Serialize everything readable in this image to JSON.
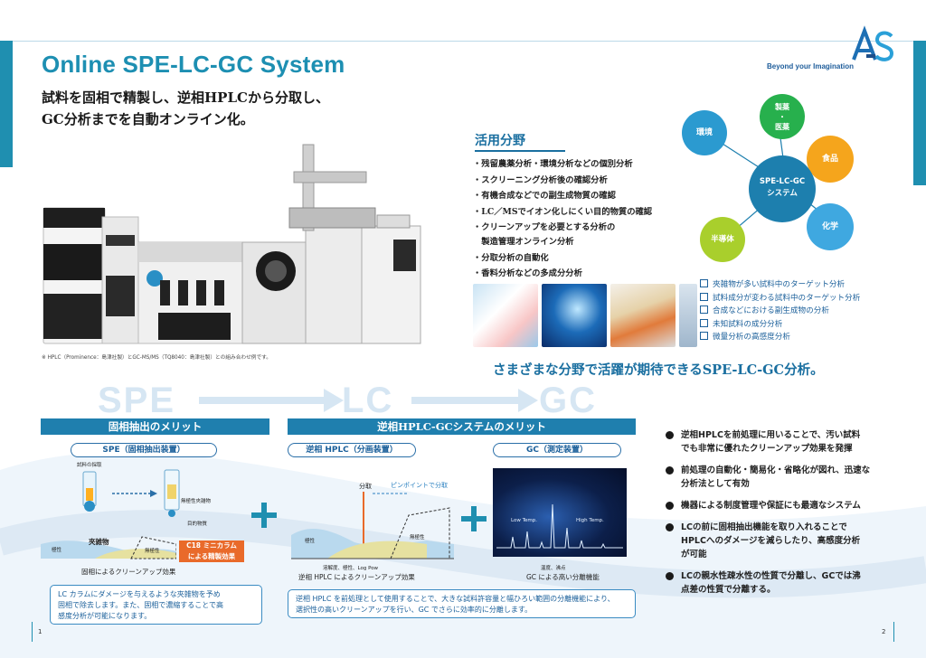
{
  "header": {
    "title": "Online SPE-LC-GC System",
    "subtitle_line1": "試料を固相で精製し、逆相HPLCから分取し、",
    "subtitle_line2": "GC分析までを自動オンライン化。",
    "logo_letters": "AS",
    "logo_tagline": "Beyond your Imagination"
  },
  "instrument": {
    "caption": "※ HPLC（Prominence：島津社製）とGC-MS/MS（TQ8040：島津社製）との組み合わせ例です。"
  },
  "applications": {
    "heading": "活用分野",
    "items": [
      "・残留農薬分析・環境分析などの個別分析",
      "・スクリーニング分析後の確認分析",
      "・有機合成などでの副生成物質の確認",
      "・LC／MSでイオン化しにくい目的物質の確認",
      "・クリーンアップを必要とする分析の",
      "　製造管理オンライン分析",
      "・分取分析の自動化",
      "・香料分析などの多成分分析"
    ]
  },
  "diagram": {
    "center_line1": "SPE-LC-GC",
    "center_line2": "システム",
    "nodes": [
      {
        "label": "環境",
        "color": "#2b9ad0"
      },
      {
        "label_line1": "製薬",
        "label_line2": "・",
        "label_line3": "医薬",
        "color": "#27b04d"
      },
      {
        "label": "食品",
        "color": "#f5a51c"
      },
      {
        "label": "化学",
        "color": "#3fa8e0"
      },
      {
        "label": "半導体",
        "color": "#a9cf2c"
      }
    ],
    "center_color": "#1d7fae"
  },
  "checks": [
    "夾雑物が多い試料中のターゲット分析",
    "試料成分が変わる試料中のターゲット分析",
    "合成などにおける副生成物の分析",
    "未知試料の成分分析",
    "微量分析の高感度分析"
  ],
  "tagline": "さまざまな分野で活躍が期待できるSPE-LC-GC分析。",
  "flow": {
    "spe": "SPE",
    "lc": "LC",
    "gc": "GC"
  },
  "spe_section": {
    "band": "固相抽出のメリット",
    "pill": "SPE（固相抽出装置）",
    "sampling": "試料の採取",
    "non_polar_contaminant": "無極性夾雑物",
    "target": "目的物質",
    "contaminant": "夾雑物",
    "polar": "極性",
    "non_polar": "無極性",
    "c18_line1": "C18 ミニカラム",
    "c18_line2": "による精製効果",
    "cleanup_caption": "固相によるクリーンアップ効果",
    "note_line1": "LC カラムにダメージを与えるような夾雑物を予め",
    "note_line2": "固相で除去します。また、固相で濃縮することで高",
    "note_line3": "感度分析が可能になります。"
  },
  "hplc_gc_section": {
    "band": "逆相HPLC-GCシステムのメリット",
    "hplc_pill": "逆相 HPLC（分画装置）",
    "gc_pill": "GC（測定装置）",
    "fractionation": "分取",
    "pinpoint": "ピンポイントで分取",
    "polar": "極性",
    "non_polar": "無極性",
    "axis_caption": "溶解度、極性、Log Pow",
    "hplc_caption": "逆相 HPLC によるクリーンアップ効果",
    "low_temp": "Low Temp.",
    "high_temp": "High Temp.",
    "gc_axis": "温度、沸点",
    "gc_caption": "GC による高い分離機能",
    "note_line1": "逆相 HPLC を前処理として使用することで、大きな試料許容量と幅ひろい範囲の分離機能により、",
    "note_line2": "選択性の高いクリーンアップを行い、GC でさらに効率的に分離します。"
  },
  "benefits": [
    {
      "line1": "逆相HPLCを前処理に用いることで、汚い試料",
      "line2": "でも非常に優れたクリーンアップ効果を発揮"
    },
    {
      "line1": "前処理の自動化・簡易化・省略化が図れ、迅速な",
      "line2": "分析法として有効"
    },
    {
      "line1": "機器による制度管理や保証にも最適なシステム",
      "line2": ""
    },
    {
      "line1": "LCの前に固相抽出機能を取り入れることで",
      "line2": "HPLCへのダメージを減らしたり、高感度分析",
      "line3": "が可能"
    },
    {
      "line1": "LCの親水性疎水性の性質で分離し、GCでは沸",
      "line2": "点差の性質で分離する。"
    }
  ],
  "pages": {
    "left": "1",
    "right": "2"
  }
}
